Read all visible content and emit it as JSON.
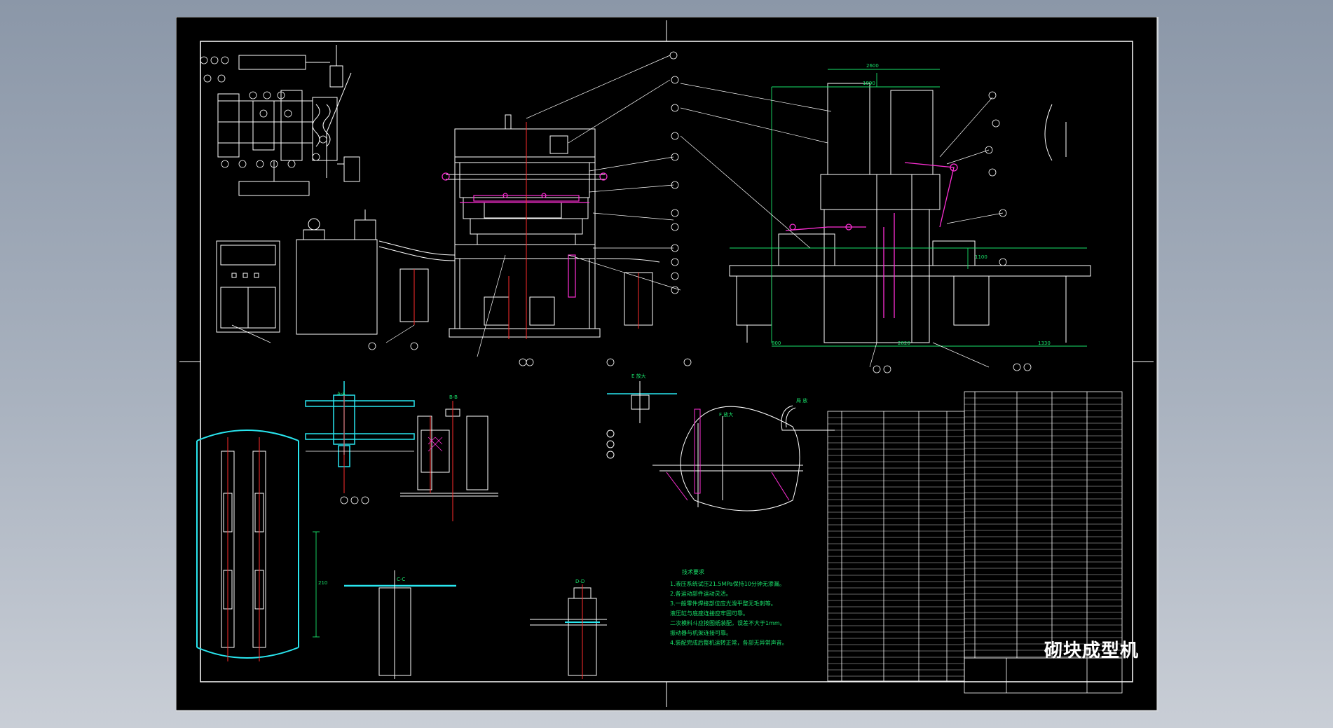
{
  "drawing": {
    "title": "砌块成型机",
    "technical_requirements_title": "技术要求",
    "technical_requirements": [
      "1.液压系统试压21.5MPa保持10分钟无渗漏。",
      "2.各运动部件运动灵活。",
      "3.一般零件焊接部位应光滑平整无毛刺等。",
      "  液压缸与底座连接应牢固可靠。",
      "  二次模料斗应按图纸装配，误差不大于1mm。",
      "  振动器与机架连接可靠。",
      "4.装配完成后整机运转正常，各部无异常声音。"
    ],
    "section_labels": [
      "A-A",
      "B-B",
      "C-C",
      "D-D",
      "局 放",
      "E 放大",
      "F 放大"
    ],
    "dimensions": [
      "2600",
      "1990",
      "2820",
      "1100",
      "1330",
      "800",
      "210"
    ],
    "colors": {
      "background": "#000000",
      "line_white": "#ffffff",
      "line_green": "#19e36b",
      "line_cyan": "#29e6ef",
      "line_magenta": "#ff2fd6",
      "line_red": "#ff2b2b",
      "line_yellow": "#ffe23a",
      "page_bg_top": "#8b97a8"
    }
  }
}
